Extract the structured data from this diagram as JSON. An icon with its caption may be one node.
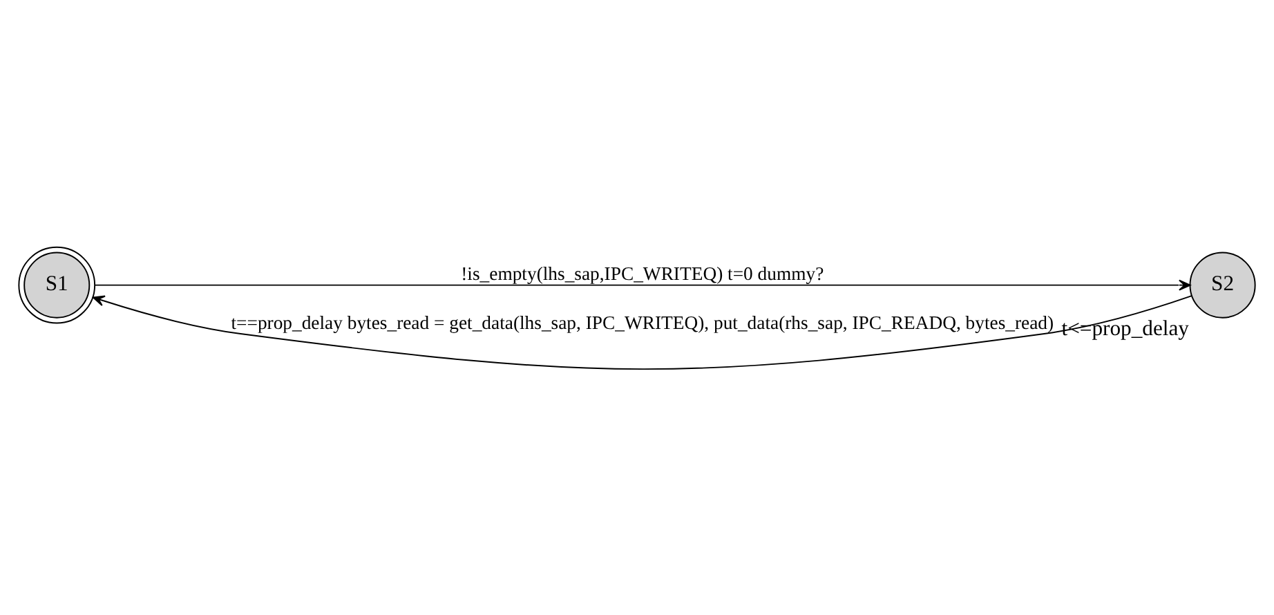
{
  "diagram": {
    "nodes": [
      {
        "text": [
          "S1"
        ]
      },
      {
        "text": [
          "S2"
        ],
        "beside": [
          "t<=prop_delay"
        ]
      }
    ],
    "edges": [
      {
        "from": 0,
        "to": 1,
        "arrow": "to",
        "label": "!is_empty(lhs_sap,IPC_WRITEQ) t=0 dummy?"
      },
      {
        "from": 1,
        "to": 0,
        "arrow": "to",
        "label": "t==prop_delay bytes_read = get_data(lhs_sap, IPC_WRITEQ), put_data(rhs_sap, IPC_READQ, bytes_read)"
      }
    ]
  }
}
